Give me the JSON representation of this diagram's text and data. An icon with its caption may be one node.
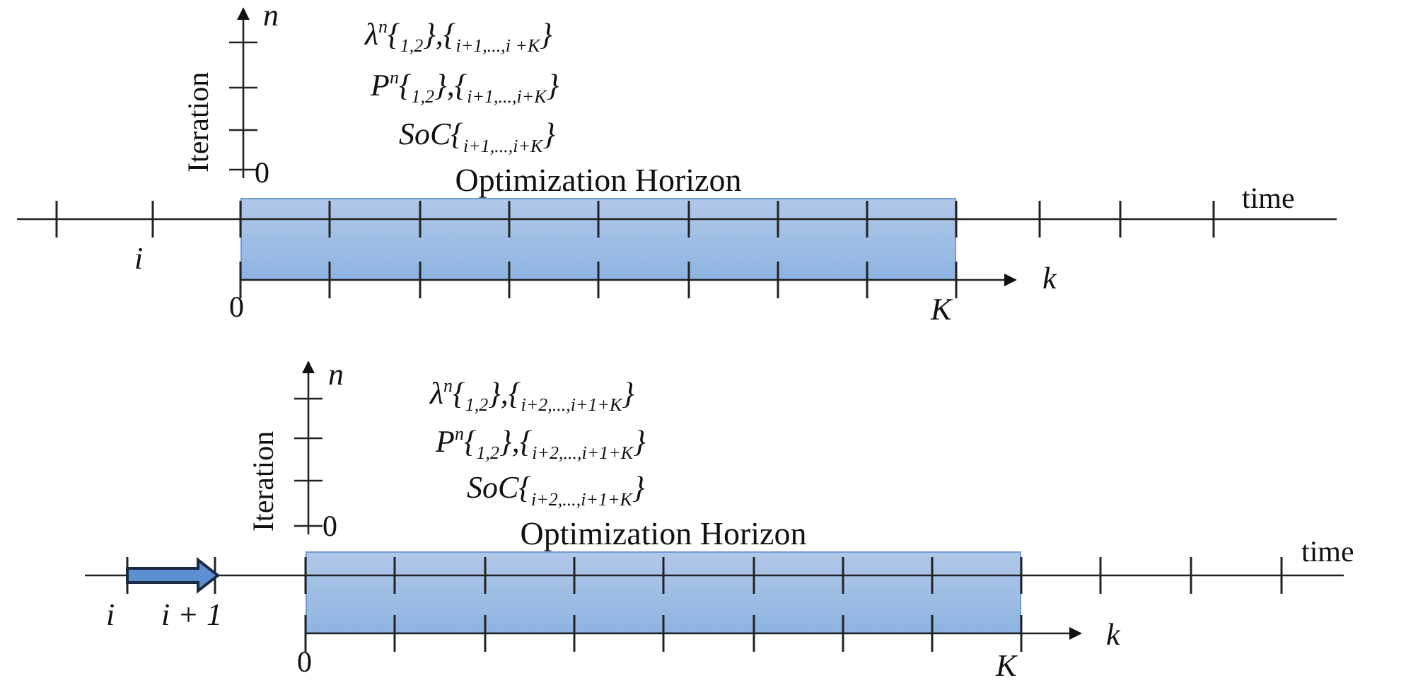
{
  "diagram": {
    "nodes": [
      {
        "text": [
          "Optimization Horizon"
        ]
      },
      {
        "text": [
          "Optimization Horizon"
        ]
      }
    ],
    "labels": [
      "n",
      "λ$^{n}${$_{1,2}$},{$_{i+1,...,i +K}$}",
      "P$^{n}${$_{1,2}$},{$_{i+1,...,i+K}$}",
      "SoC{$_{i+1,...,i+K}$}",
      "Iteration",
      "0",
      "time",
      "i",
      "0",
      "K",
      "k",
      "n",
      "λ$^{n}${$_{1,2}$},{$_{i+2,...,i+1+K}$}",
      "P$^{n}${$_{1,2}$},{$_{i+2,...,i+1+K}$}",
      "SoC{$_{i+2,...,i+1+K}$}",
      "Iteration",
      "0",
      "time",
      "i",
      "i + 1",
      "0",
      "K",
      "k"
    ]
  }
}
